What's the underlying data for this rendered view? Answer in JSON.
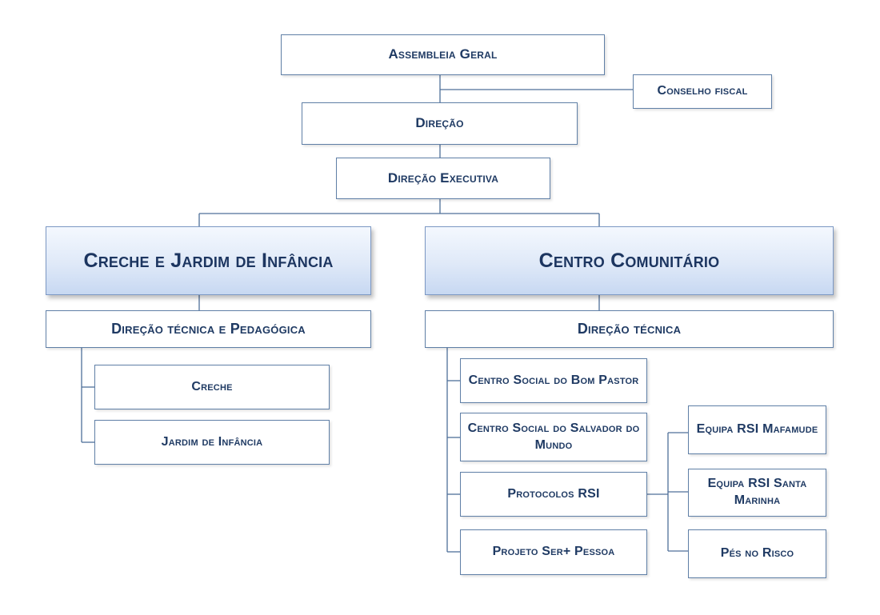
{
  "org_chart": {
    "assembleia": "Assembleia Geral",
    "conselho_fiscal": "Conselho fiscal",
    "direcao": "Direção",
    "direcao_executiva": "Direção Executiva",
    "creche_jardim": {
      "title": "Creche e Jardim de Infância",
      "direcao": "Direção técnica e Pedagógica",
      "children": [
        "Creche",
        "Jardim de Infância"
      ]
    },
    "centro_comunitario": {
      "title": "Centro Comunitário",
      "direcao": "Direção técnica",
      "children": [
        "Centro Social do Bom Pastor",
        "Centro Social do Salvador do Mundo",
        "Protocolos RSI",
        "Projeto Ser+ Pessoa"
      ],
      "rsi_teams": [
        "Equipa RSI Mafamude",
        "Equipa RSI Santa Marinha",
        "Pés no Risco"
      ]
    }
  },
  "colors": {
    "border": "#5f7fa6",
    "text": "#1f3a63",
    "accent_fill": "#c7d8f2"
  }
}
